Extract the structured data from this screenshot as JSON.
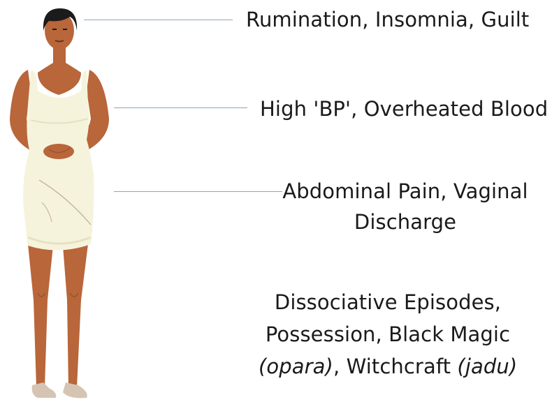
{
  "annotations": {
    "head": {
      "text": "Rumination, Insomnia, Guilt"
    },
    "chest": {
      "text": "High 'BP', Overheated Blood"
    },
    "abdomen": {
      "line1": "Abdominal Pain, Vaginal",
      "line2": "Discharge"
    },
    "whole_body": {
      "line1": "Dissociative Episodes,",
      "line2": "Possession, Black Magic",
      "line3_italic_1": "(opara)",
      "line3_plain": ", Witchcraft ",
      "line3_italic_2": "(jadu)"
    }
  },
  "colors": {
    "skin": "#b8663a",
    "skin_shadow": "#9a5430",
    "hair": "#1b1b1b",
    "dress": "#f6f3dc",
    "dress_shadow": "#e6e1c3",
    "dress_line": "#c9b49a",
    "connector": "#8fa6bb",
    "shoes": "#d6c4b3"
  }
}
